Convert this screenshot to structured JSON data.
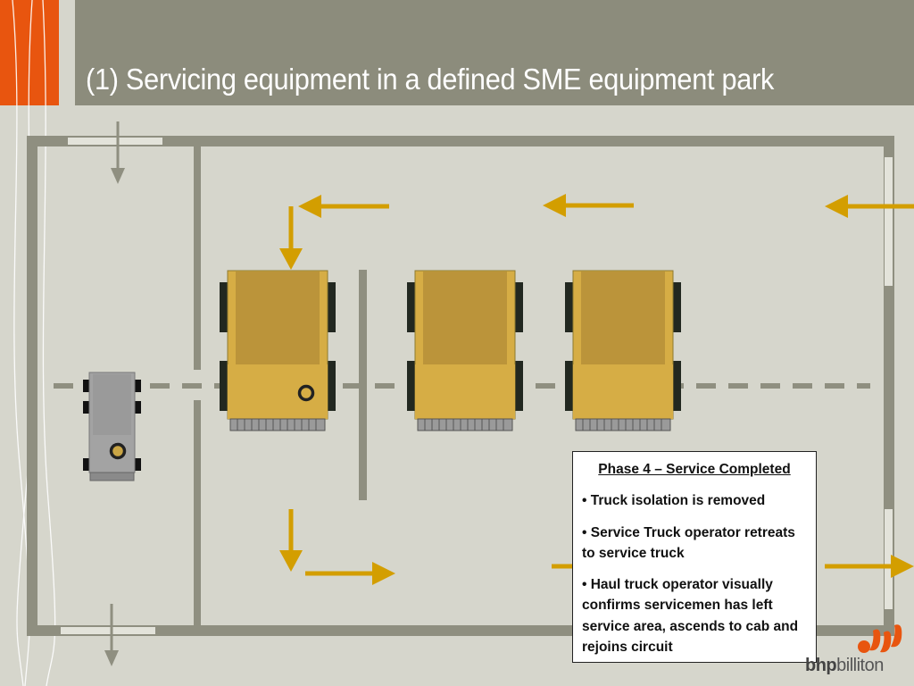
{
  "slide": {
    "title": "(1) Servicing equipment in a defined SME equipment park"
  },
  "info_box": {
    "title": "Phase 4 – Service Completed",
    "items": [
      "• Truck isolation is removed",
      "• Service Truck operator retreats to service truck",
      "• Haul truck operator visually confirms servicemen has left service area, ascends to cab and rejoins circuit"
    ]
  },
  "logo": {
    "brand_bold": "bhp",
    "brand_rest": "billiton"
  },
  "colors": {
    "background": "#d6d6cc",
    "header": "#8c8c7c",
    "accent_orange": "#e8550f",
    "wall_gray": "#8f8f80",
    "arrow_gold": "#d39e00",
    "truck_body": "#d6ad45",
    "truck_tray": "#bb943a",
    "service_truck": "#a3a3a3"
  }
}
